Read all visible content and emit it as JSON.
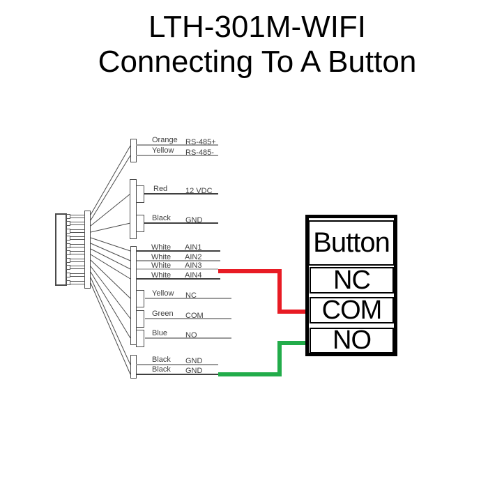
{
  "title": {
    "line1": "LTH-301M-WIFI",
    "line2": "Connecting To A Button"
  },
  "wires": [
    {
      "color_label": "Orange",
      "signal": "RS-485+"
    },
    {
      "color_label": "Yellow",
      "signal": "RS-485-"
    },
    {
      "color_label": "Red",
      "signal": "12 VDC"
    },
    {
      "color_label": "Black",
      "signal": "GND"
    },
    {
      "color_label": "White",
      "signal": "AIN1"
    },
    {
      "color_label": "White",
      "signal": "AIN2"
    },
    {
      "color_label": "White",
      "signal": "AIN3"
    },
    {
      "color_label": "White",
      "signal": "AIN4"
    },
    {
      "color_label": "Yellow",
      "signal": "NC"
    },
    {
      "color_label": "Green",
      "signal": "COM"
    },
    {
      "color_label": "Blue",
      "signal": "NO"
    },
    {
      "color_label": "Black",
      "signal": "GND"
    },
    {
      "color_label": "Black",
      "signal": "GND"
    }
  ],
  "button_box": {
    "header": "Button",
    "terminals": [
      {
        "label": "NC"
      },
      {
        "label": "COM"
      },
      {
        "label": "NO"
      }
    ]
  },
  "connections": [
    {
      "from": "AIN3 wire line",
      "to": "COM",
      "color": "#e81b24"
    },
    {
      "from": "GND wire line",
      "to": "NO",
      "color": "#22ac4a"
    }
  ],
  "colors": {
    "red_wire": "#e81b24",
    "green_wire": "#22ac4a"
  }
}
